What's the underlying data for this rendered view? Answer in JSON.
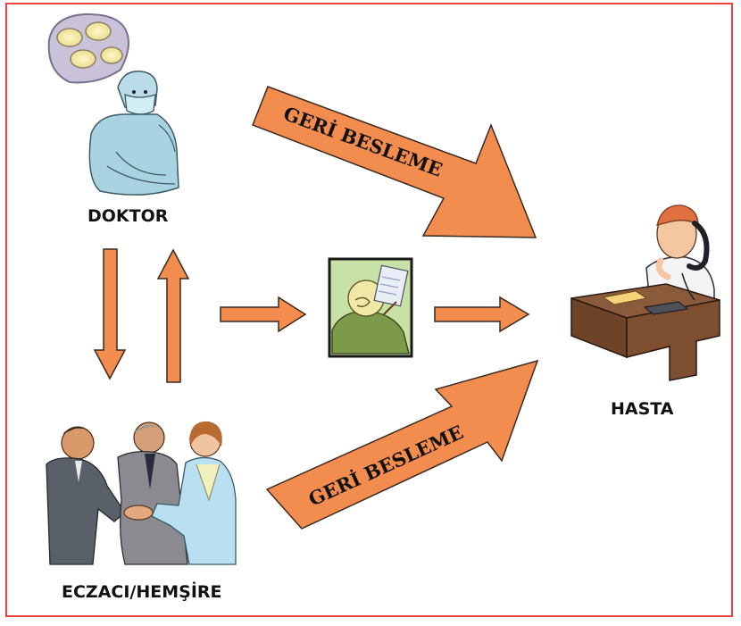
{
  "nodes": {
    "doctor": "DOKTOR",
    "pharmacist_nurse": "ECZACI/HEMŞİRE",
    "patient": "HASTA"
  },
  "arrows": {
    "feedback_top": "GERİ BESLEME",
    "feedback_bottom": "GERİ BESLEME"
  },
  "colors": {
    "frame": "#e8463a",
    "arrow_fill": "#f28c4f",
    "arrow_stroke": "#3a2a20",
    "box_fill": "#c7e1a6"
  },
  "icons": [
    "surgeon-icon",
    "handshake-people-icon",
    "person-writing-icon",
    "patient-phone-desk-icon"
  ]
}
